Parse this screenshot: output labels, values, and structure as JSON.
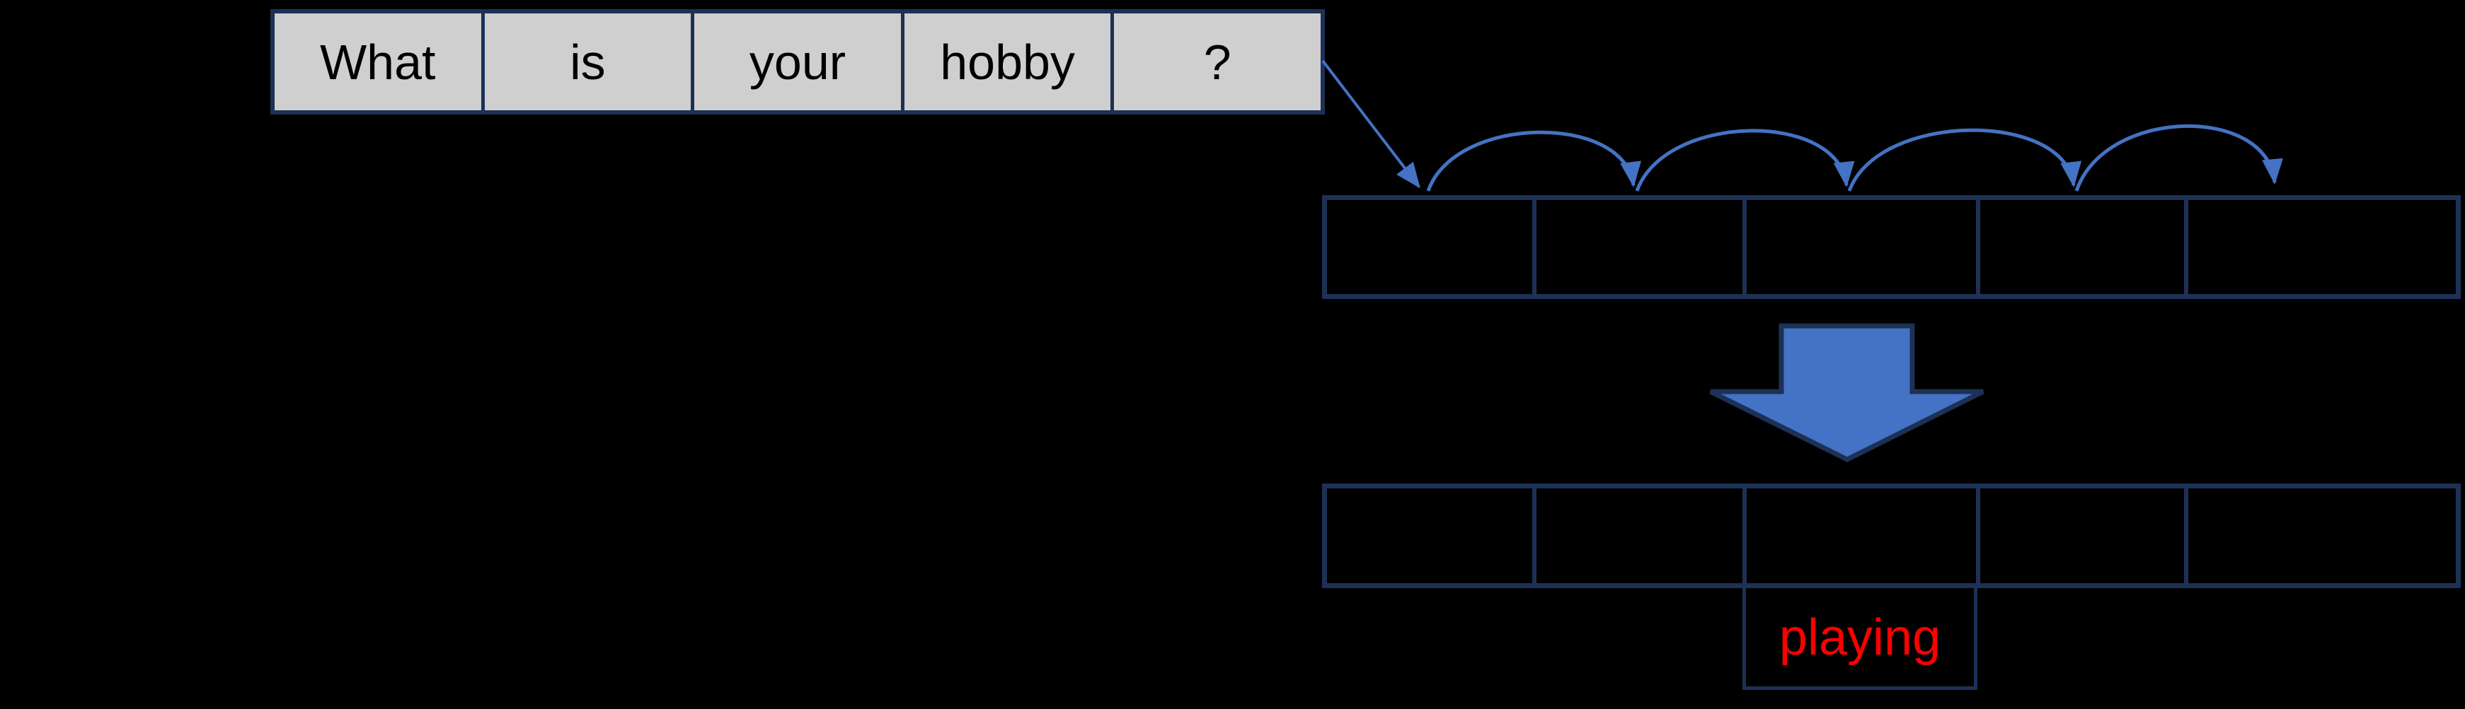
{
  "sentence": {
    "tokens": [
      "What",
      "is",
      "your",
      "hobby",
      "?"
    ]
  },
  "top_row": {
    "cells": [
      "",
      "",
      "",
      "",
      ""
    ]
  },
  "bottom_row": {
    "cells": [
      "",
      "",
      "",
      "",
      ""
    ]
  },
  "prediction": {
    "label": "playing"
  },
  "icons": {
    "flow_arrow": "diagonal-arrow-from-sentence-to-first-cell",
    "hop_arc": "curved-hop-arrow-between-cells",
    "big_arrow": "large-down-block-arrow",
    "arrowhead": "filled-triangle-arrowhead"
  },
  "colors": {
    "border_navy": "#1d3156",
    "arrow_blue": "#4472c4",
    "token_fill": "#cfcfcf",
    "token_text": "#000000",
    "prediction_red": "#ff0000",
    "background": "#000000"
  }
}
